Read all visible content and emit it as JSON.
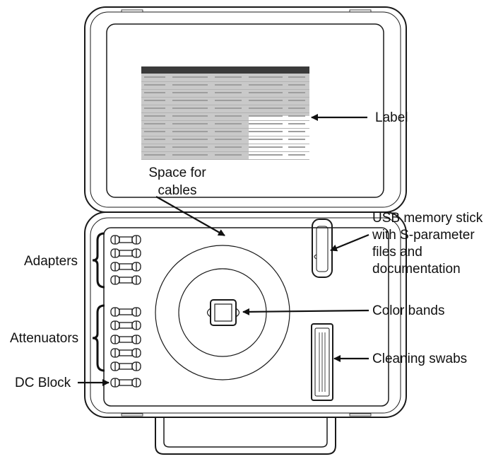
{
  "labels": {
    "label": "Label",
    "space_for_cables_1": "Space for",
    "space_for_cables_2": "cables",
    "usb_1": "USB memory stick",
    "usb_2": "with S-parameter",
    "usb_3": "files and",
    "usb_4": "documentation",
    "adapters": "Adapters",
    "color_bands": "Color bands",
    "attenuators": "Attenuators",
    "cleaning_swabs": "Cleaning swabs",
    "dc_block": "DC Block"
  },
  "colors": {
    "outline": "#1a1a1a",
    "table_header": "#3a3a3a",
    "table_body": "#c9c9c9"
  }
}
